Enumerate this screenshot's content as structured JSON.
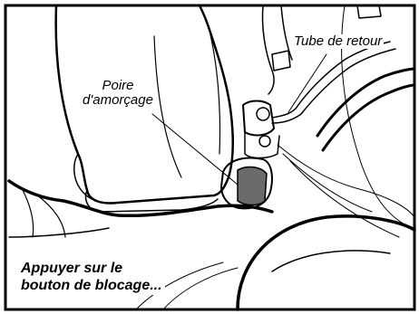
{
  "figure": {
    "type": "technical-line-drawing",
    "colors": {
      "stroke": "#000000",
      "background": "#ffffff",
      "button_fill": "#6b6b6b"
    },
    "labels": {
      "primer_bulb_line1": "Poire",
      "primer_bulb_line2": "d'amorçage",
      "return_tube": "Tube de retour",
      "instruction_line1": "Appuyer sur le",
      "instruction_line2": "bouton de blocage..."
    }
  }
}
